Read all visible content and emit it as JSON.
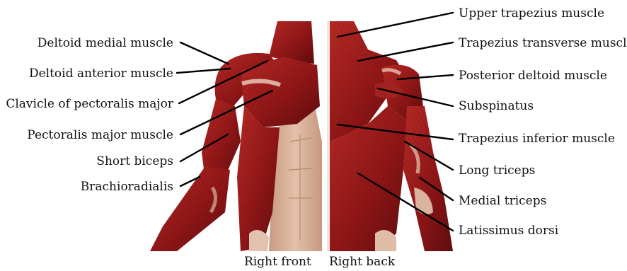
{
  "left_labels": [
    "Deltoid medial muscle",
    "Deltoid anterior muscle",
    "Clavicle of pectoralis major",
    "Pectoralis major muscle",
    "Short biceps",
    "Brachioradialis"
  ],
  "right_labels": [
    "Upper trapezius muscle",
    "Trapezius transverse muscle",
    "Posterior deltoid muscle",
    "Subspinatus",
    "Trapezius inferior muscle",
    "Long triceps",
    "Medial triceps",
    "Latissimus dorsi"
  ],
  "captions": {
    "front": "Right front",
    "back": "Right back"
  },
  "colors": {
    "muscle": "#9b1b1b",
    "muscle_dark": "#6e0f10",
    "skin": "#d9b39d",
    "leader": "#000000"
  }
}
